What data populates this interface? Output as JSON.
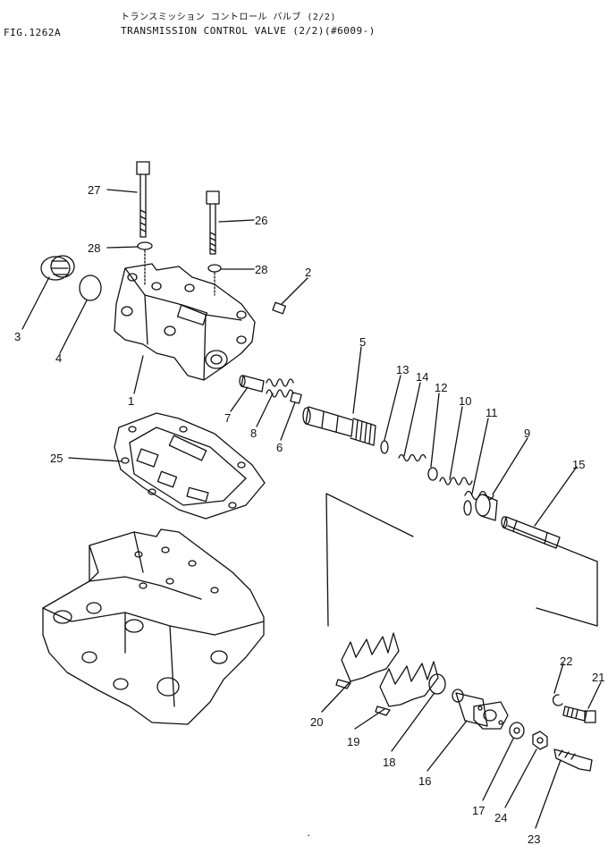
{
  "header": {
    "fig_no": "FIG.1262A",
    "title_jp": "トランスミッション コントロール バルブ (2/2)",
    "title_en": "TRANSMISSION CONTROL VALVE (2/2)(#6009-)"
  },
  "callouts": [
    "27",
    "26",
    "28",
    "28",
    "2",
    "3",
    "4",
    "1",
    "5",
    "13",
    "14",
    "12",
    "10",
    "11",
    "9",
    "7",
    "8",
    "6",
    "15",
    "25",
    "22",
    "21",
    "20",
    "19",
    "18",
    "16",
    "17",
    "24",
    "23"
  ]
}
